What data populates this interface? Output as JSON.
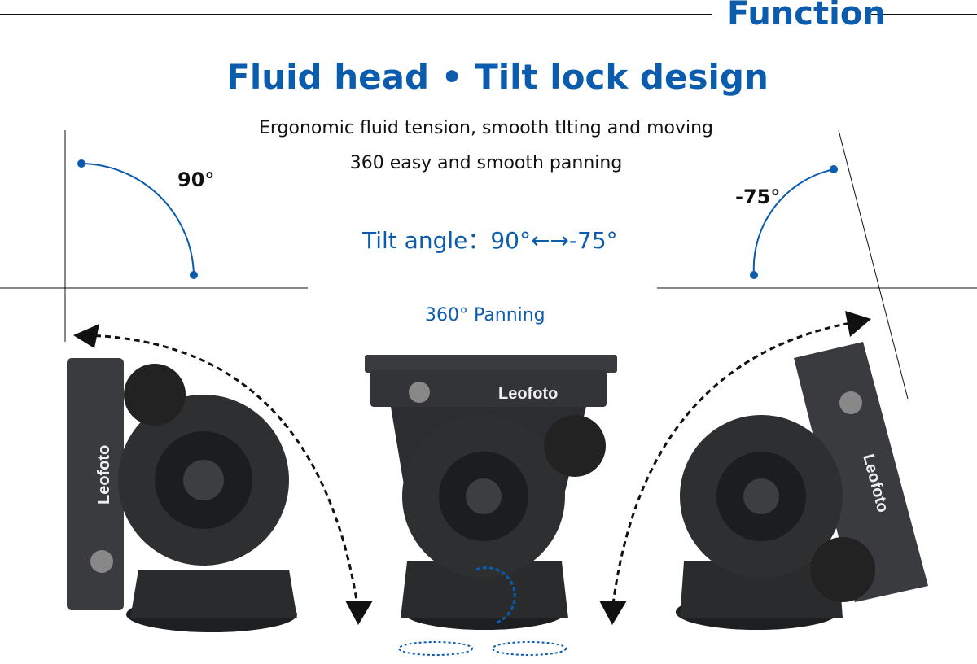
{
  "header": {
    "section_title": "Function"
  },
  "main_title": "Fluid head • Tilt lock design",
  "features": [
    "Ergonomic fluid tension, smooth tlting and moving",
    "360 easy and smooth panning"
  ],
  "tilt_angle": "Tilt angle：90°←→-75°",
  "angle_left": "90°",
  "angle_right": "-75°",
  "panning_label": "360° Panning",
  "brand": "Leofoto",
  "colors": {
    "accent": "#0b5cad",
    "product": "#2e2f31",
    "line": "#111111"
  }
}
